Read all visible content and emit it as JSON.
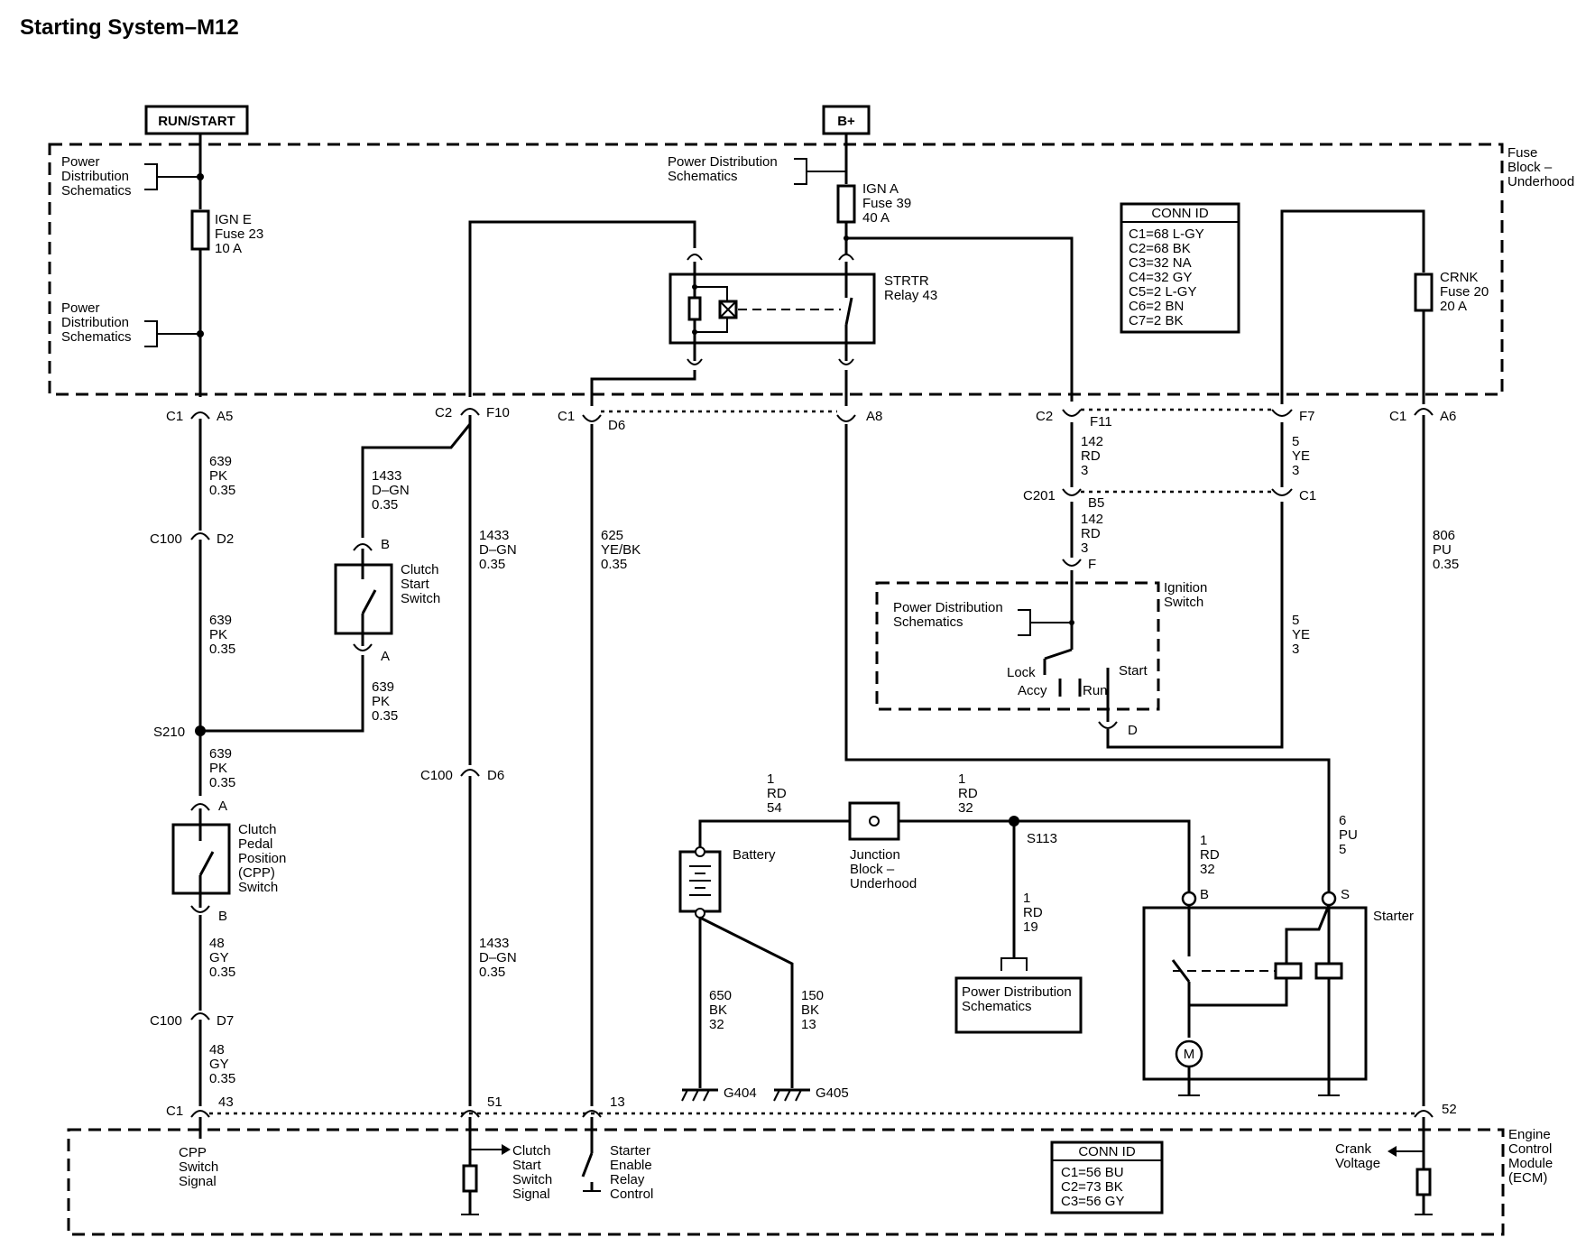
{
  "title": "Starting System–M12",
  "sources": {
    "run_start": "RUN/START",
    "bplus": "B+"
  },
  "fuse_block": {
    "label": [
      "Fuse",
      "Block –",
      "Underhood"
    ],
    "pds_1": [
      "Power",
      "Distribution",
      "Schematics"
    ],
    "pds_2": [
      "Power",
      "Distribution",
      "Schematics"
    ],
    "pds_3": [
      "Power Distribution",
      "Schematics"
    ],
    "fuse_ign_e": [
      "IGN E",
      "Fuse 23",
      "10 A"
    ],
    "fuse_ign_a": [
      "IGN A",
      "Fuse 39",
      "40 A"
    ],
    "fuse_crnk": [
      "CRNK",
      "Fuse 20",
      "20 A"
    ],
    "relay": [
      "STRTR",
      "Relay 43"
    ],
    "conn_id": {
      "title": "CONN ID",
      "rows": [
        "C1=68 L-GY",
        "C2=68 BK",
        "C3=32 NA",
        "C4=32 GY",
        "C5=2 L-GY",
        "C6=2 BN",
        "C7=2 BK"
      ]
    }
  },
  "connectors": {
    "c1_a5": [
      "C1",
      "A5"
    ],
    "c2_f10": [
      "C2",
      "F10"
    ],
    "c1_d6": [
      "C1",
      "D6"
    ],
    "a8": "A8",
    "c2_f11": [
      "C2",
      "F11"
    ],
    "f7": "F7",
    "c1_a6": [
      "C1",
      "A6"
    ],
    "c100_d2": [
      "C100",
      "D2"
    ],
    "c100_d6": [
      "C100",
      "D6"
    ],
    "c100_d7": [
      "C100",
      "D7"
    ],
    "c201_b5": [
      "C201",
      "B5"
    ],
    "c1_right": "C1",
    "s210": "S210",
    "s113": "S113",
    "clutch_b": "B",
    "clutch_a": "A",
    "cpp_a": "A",
    "cpp_b": "B",
    "ign_f": "F",
    "ign_d": "D",
    "starter_b": "B",
    "starter_s": "S",
    "g404": "G404",
    "g405": "G405",
    "ecm_c1": "C1",
    "ecm_43": "43",
    "ecm_51": "51",
    "ecm_13": "13",
    "ecm_52": "52"
  },
  "wires": {
    "w639_a": [
      "639",
      "PK",
      "0.35"
    ],
    "w639_b": [
      "639",
      "PK",
      "0.35"
    ],
    "w639_c": [
      "639",
      "PK",
      "0.35"
    ],
    "w639_d": [
      "639",
      "PK",
      "0.35"
    ],
    "w1433_a": [
      "1433",
      "D–GN",
      "0.35"
    ],
    "w1433_b": [
      "1433",
      "D–GN",
      "0.35"
    ],
    "w1433_c": [
      "1433",
      "D–GN",
      "0.35"
    ],
    "w625": [
      "625",
      "YE/BK",
      "0.35"
    ],
    "w142_a": [
      "142",
      "RD",
      "3"
    ],
    "w142_b": [
      "142",
      "RD",
      "3"
    ],
    "w5_a": [
      "5",
      "YE",
      "3"
    ],
    "w5_b": [
      "5",
      "YE",
      "3"
    ],
    "w806": [
      "806",
      "PU",
      "0.35"
    ],
    "w48_a": [
      "48",
      "GY",
      "0.35"
    ],
    "w48_b": [
      "48",
      "GY",
      "0.35"
    ],
    "w1_54": [
      "1",
      "RD",
      "54"
    ],
    "w1_32a": [
      "1",
      "RD",
      "32"
    ],
    "w1_32b": [
      "1",
      "RD",
      "32"
    ],
    "w1_19": [
      "1",
      "RD",
      "19"
    ],
    "w6": [
      "6",
      "PU",
      "5"
    ],
    "w650": [
      "650",
      "BK",
      "32"
    ],
    "w150": [
      "150",
      "BK",
      "13"
    ]
  },
  "components": {
    "clutch_start": [
      "Clutch",
      "Start",
      "Switch"
    ],
    "cpp_switch": [
      "Clutch",
      "Pedal",
      "Position",
      "(CPP)",
      "Switch"
    ],
    "ignition": [
      "Ignition",
      "Switch"
    ],
    "ign_positions": {
      "lock": "Lock",
      "accy": "Accy",
      "run": "Run",
      "start": "Start"
    },
    "battery": "Battery",
    "junction": [
      "Junction",
      "Block –",
      "Underhood"
    ],
    "pds_box": [
      "Power Distribution",
      "Schematics"
    ],
    "starter": "Starter"
  },
  "ecm": {
    "label": [
      "Engine",
      "Control",
      "Module",
      "(ECM)"
    ],
    "signals": {
      "cpp": [
        "CPP",
        "Switch",
        "Signal"
      ],
      "clutch": [
        "Clutch",
        "Start",
        "Switch",
        "Signal"
      ],
      "starter": [
        "Starter",
        "Enable",
        "Relay",
        "Control"
      ],
      "crank": [
        "Crank",
        "Voltage"
      ]
    },
    "conn_id": {
      "title": "CONN ID",
      "rows": [
        "C1=56 BU",
        "C2=73 BK",
        "C3=56 GY"
      ]
    }
  }
}
